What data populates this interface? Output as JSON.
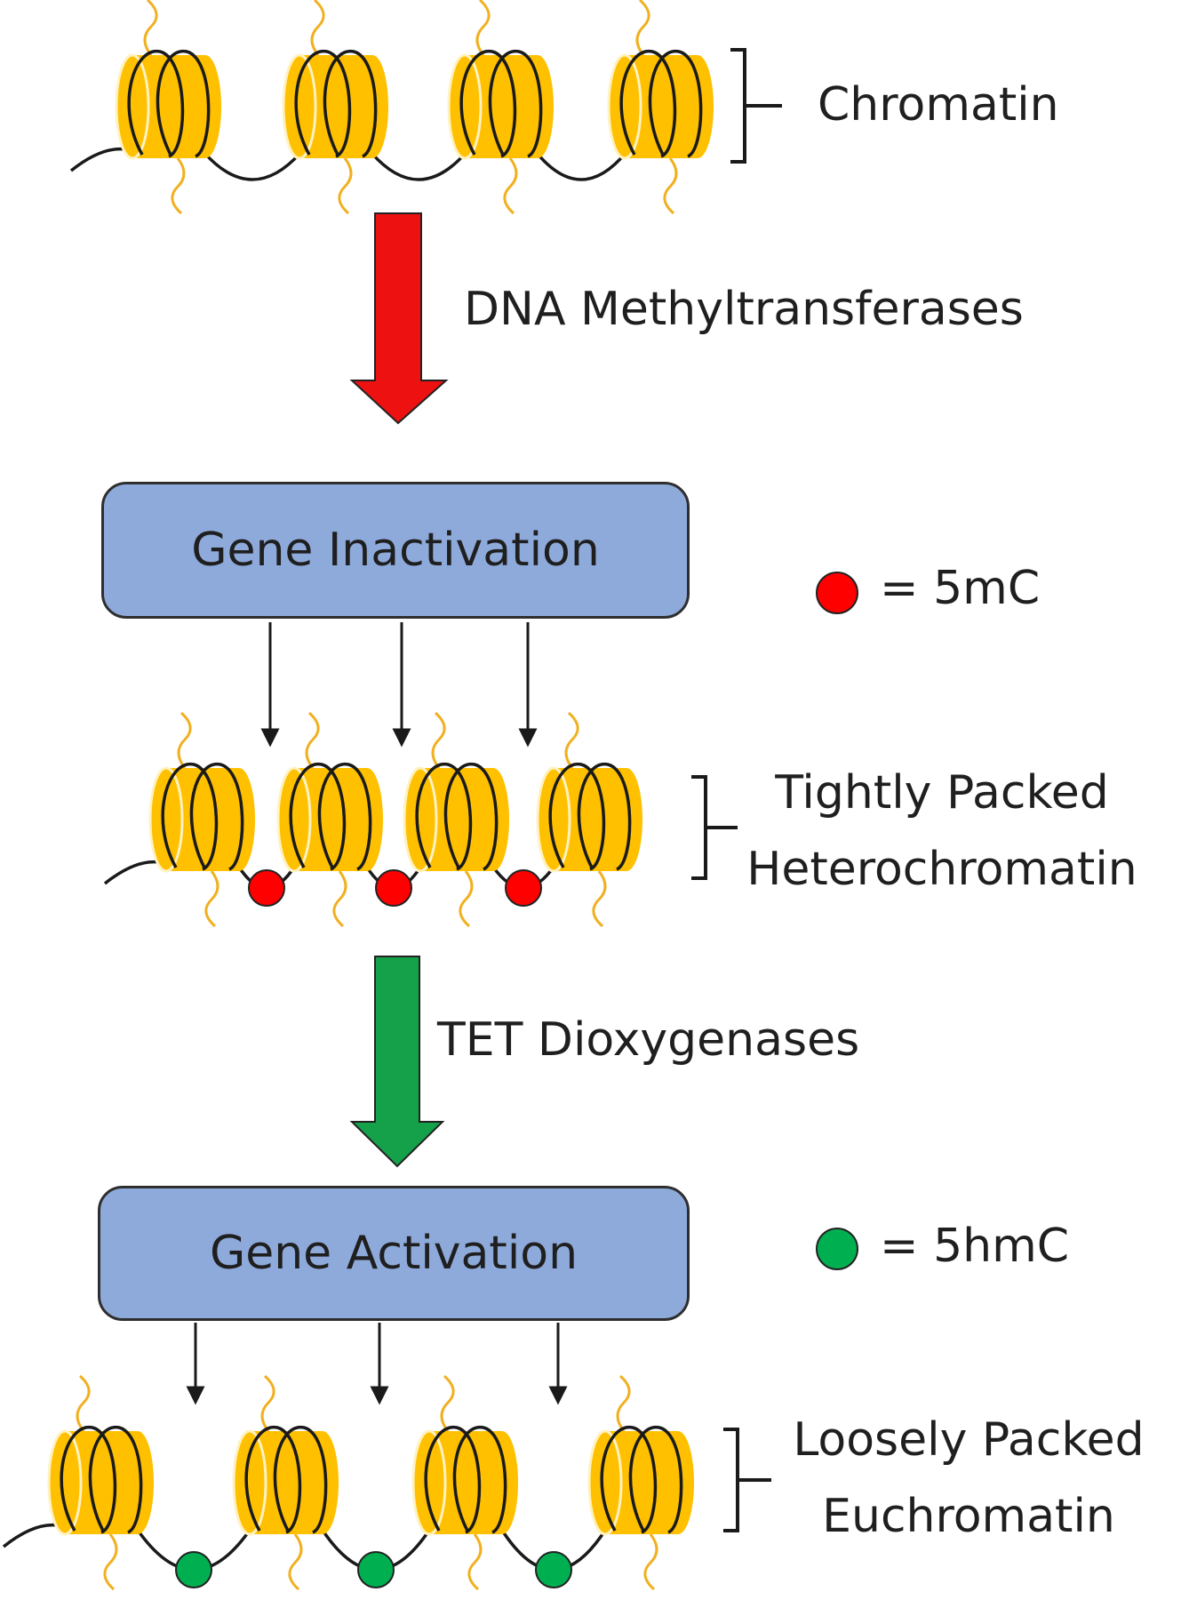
{
  "labels": {
    "chromatin": "Chromatin",
    "dnmt": "DNA Methyltransferases",
    "tet": "TET Dioxygenases",
    "hetero_line1": "Tightly Packed",
    "hetero_line2": "Heterochromatin",
    "eu_line1": "Loosely Packed",
    "eu_line2": "Euchromatin"
  },
  "boxes": {
    "inactivation": "Gene Inactivation",
    "activation": "Gene Activation"
  },
  "legend": {
    "methyl": "= 5mC",
    "hydroxymethyl": "= 5hmC"
  },
  "colors": {
    "histone": "#ffc000",
    "histone_edge": "#fff2c0",
    "dna": "#1a1a1a",
    "tail": "#f0b020",
    "methyl": "#ff0000",
    "hydroxymethyl": "#00b050",
    "arrow_red": "#ee1111",
    "arrow_green": "#14a14a",
    "box_fill": "#8eaadb"
  }
}
